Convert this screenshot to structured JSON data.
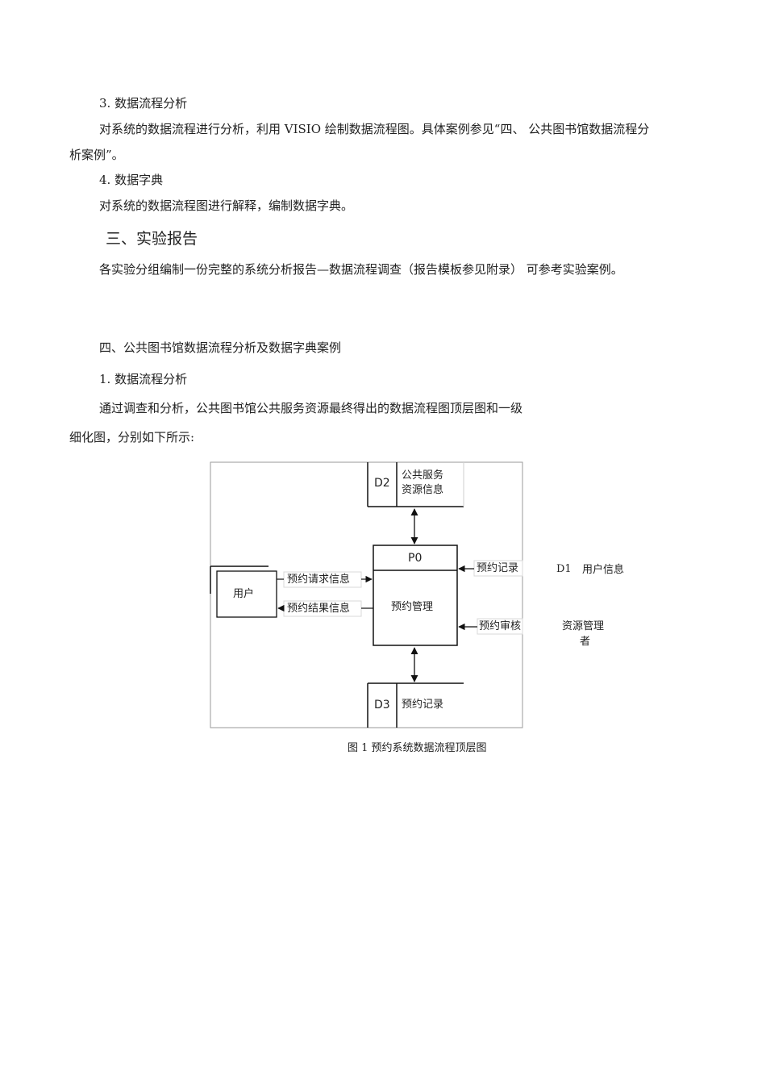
{
  "text": {
    "s3_heading": "3. 数据流程分析",
    "s3_para_line1": "对系统的数据流程进行分析，利用 VISIO 绘制数据流程图。具体案例参见“四、 公共图书馆数据流程分",
    "s3_para_line2": "析案例”。",
    "s4_heading": "4. 数据字典",
    "s4_para": "对系统的数据流程图进行解释，编制数据字典。",
    "part3_heading": "三、实验报告",
    "part3_para": "各实验分组编制一份完整的系统分析报告—数据流程调查（报告模板参见附录） 可参考实验案例。",
    "part4_heading": "四、公共图书馆数据流程分析及数据字典案例",
    "p1_heading": "1.  数据流程分析",
    "p1_para_line1": "通过调查和分析，公共图书馆公共服务资源最终得出的数据流程图顶层图和一级",
    "p1_para_line2": "细化图，分别如下所示:"
  },
  "diagram": {
    "d2_id": "D2",
    "d2_name_line1": "公共服务",
    "d2_name_line2": "资源信息",
    "p0_id": "P0",
    "p0_name": "预约管理",
    "d3_id": "D3",
    "d3_name": "预约记录",
    "user": "用户",
    "flow_request": "预约请求信息",
    "flow_result": "预约结果信息",
    "flow_record": "预约记录",
    "flow_review": "预约审核",
    "d1_id": "D1",
    "d1_name": "用户信息",
    "manager_line1": "资源管理",
    "manager_line2": "者",
    "caption": "图 1 预约系统数据流程顶层图"
  }
}
